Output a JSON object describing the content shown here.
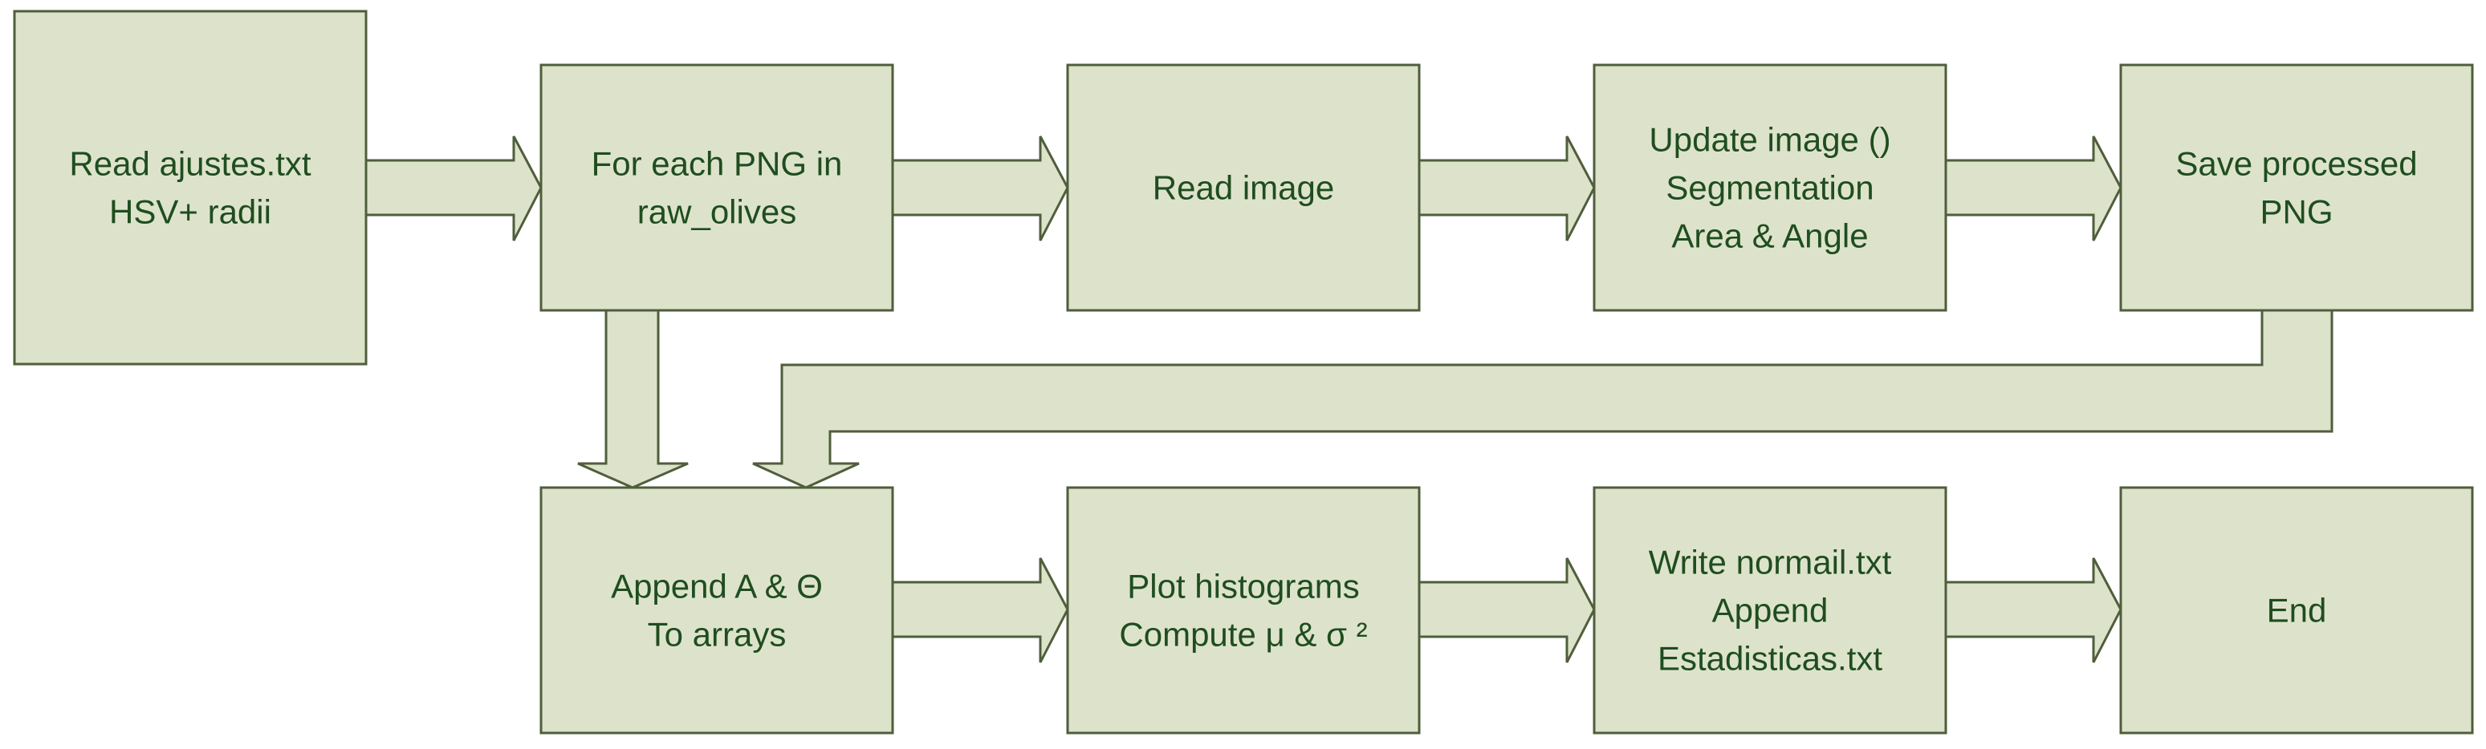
{
  "colors": {
    "fill": "#dde3cb",
    "stroke": "#4f5e3b",
    "text": "#1f4d1f",
    "background": "#ffffff"
  },
  "nodes": [
    {
      "id": "read-settings",
      "lines": [
        "Read ajustes.txt",
        "HSV+ radii"
      ]
    },
    {
      "id": "for-each-png",
      "lines": [
        "For each PNG in",
        "raw_olives"
      ]
    },
    {
      "id": "read-image",
      "lines": [
        "Read image"
      ]
    },
    {
      "id": "update-image",
      "lines": [
        "Update image ()",
        "Segmentation",
        "Area & Angle"
      ]
    },
    {
      "id": "save-png",
      "lines": [
        "Save processed",
        "PNG"
      ]
    },
    {
      "id": "append-arrays",
      "lines": [
        "Append A & Θ",
        "To arrays"
      ]
    },
    {
      "id": "plot-histograms",
      "lines": [
        "Plot histograms",
        "Compute μ & σ ²"
      ]
    },
    {
      "id": "write-files",
      "lines": [
        "Write normail.txt",
        "Append",
        "Estadisticas.txt"
      ]
    },
    {
      "id": "end",
      "lines": [
        "End"
      ]
    }
  ],
  "edges": [
    {
      "from": "read-settings",
      "to": "for-each-png"
    },
    {
      "from": "for-each-png",
      "to": "read-image"
    },
    {
      "from": "read-image",
      "to": "update-image"
    },
    {
      "from": "update-image",
      "to": "save-png"
    },
    {
      "from": "for-each-png",
      "to": "append-arrays"
    },
    {
      "from": "save-png",
      "to": "append-arrays"
    },
    {
      "from": "append-arrays",
      "to": "plot-histograms"
    },
    {
      "from": "plot-histograms",
      "to": "write-files"
    },
    {
      "from": "write-files",
      "to": "end"
    }
  ]
}
